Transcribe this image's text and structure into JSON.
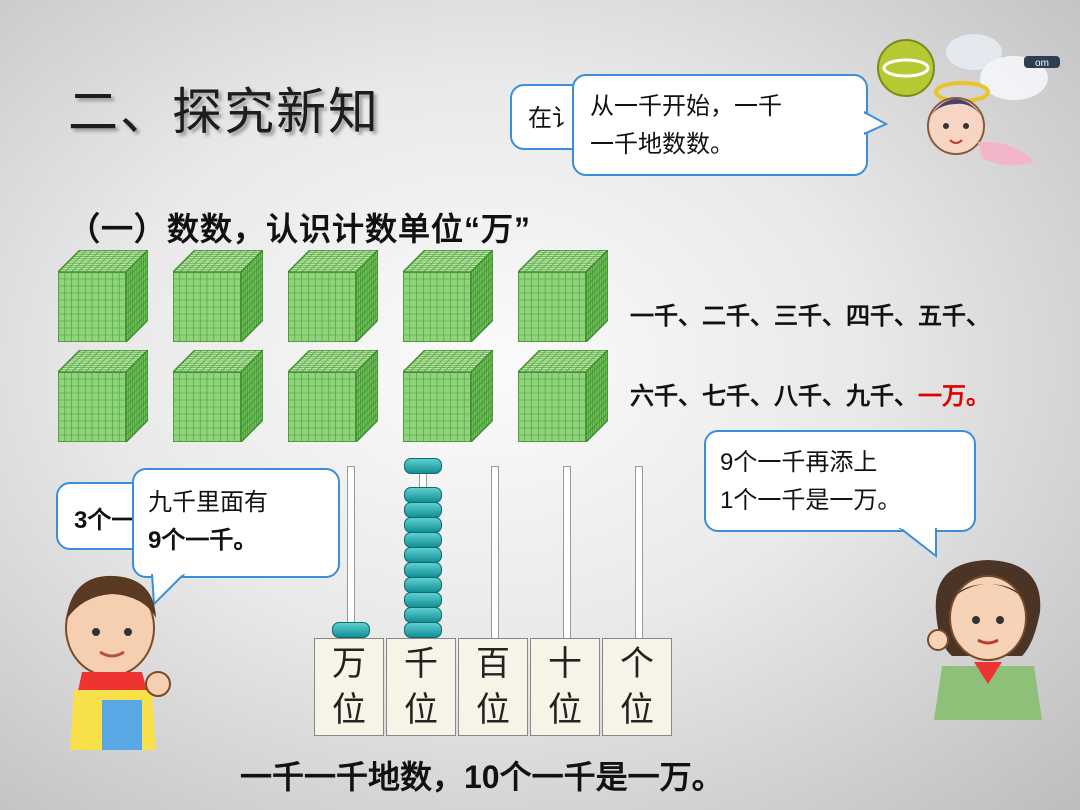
{
  "slide": {
    "title": "二、探究新知",
    "subtitle": "（一）数数，认识计数单位“万”"
  },
  "bubbles": {
    "back_top": "在讠",
    "top": [
      "从一千开始，一千",
      "一千地数数。"
    ],
    "left_back": "3个一",
    "left": [
      "九千里面有",
      "9个一千。"
    ],
    "right": [
      "9个一千再添上",
      "1个一千是一万。"
    ]
  },
  "counting": {
    "row1": "一千、二千、三千、四千、五千、",
    "row2_main": "六千、七千、八千、九千、",
    "row2_highlight": "一万。"
  },
  "abacus": {
    "columns": [
      {
        "top": "万",
        "bottom": "位",
        "beads": 1
      },
      {
        "top": "千",
        "bottom": "位",
        "beads": 10
      },
      {
        "top": "百",
        "bottom": "位",
        "beads": 0
      },
      {
        "top": "十",
        "bottom": "位",
        "beads": 0
      },
      {
        "top": "个",
        "bottom": "位",
        "beads": 0
      }
    ]
  },
  "conclusion": "一千一千地数，10个一千是一万。",
  "colors": {
    "accent_red": "#e00000",
    "bubble_border": "#3a8fd6",
    "cube_green": "#8fd47a",
    "bead": "#1aa3a8"
  }
}
